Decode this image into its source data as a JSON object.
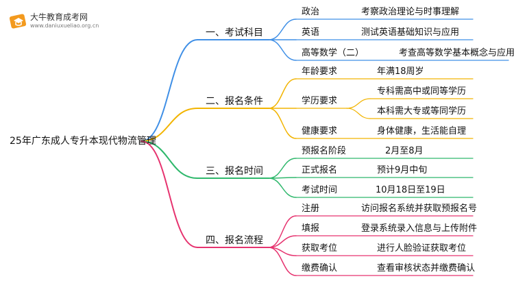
{
  "logo": {
    "name": "大牛教育成考网",
    "url": "www.daniuxueliao.org.cn",
    "icon": "graduation-cap-icon"
  },
  "root": "25年广东成人专升本现代物流管理",
  "colors": {
    "b1": "#3f8fe6",
    "b2": "#f2b400",
    "b3": "#2fb86c",
    "b4": "#e6336f"
  },
  "branches": [
    {
      "label": "一、考试科目",
      "children": [
        {
          "label": "政治",
          "desc": "考察政治理论与时事理解"
        },
        {
          "label": "英语",
          "desc": "测试英语基础知识与应用"
        },
        {
          "label": "高等数学（二）",
          "desc": "考查高等数学基本概念与应用"
        }
      ]
    },
    {
      "label": "二、报名条件",
      "children": [
        {
          "label": "年龄要求",
          "desc": "年满18周岁"
        },
        {
          "label": "学历要求",
          "descs": [
            "专科需高中或同等学历",
            "本科需大专或等同学历"
          ]
        },
        {
          "label": "健康要求",
          "desc": "身体健康，生活能自理"
        }
      ]
    },
    {
      "label": "三、报名时间",
      "children": [
        {
          "label": "预报名阶段",
          "desc": "2月至8月"
        },
        {
          "label": "正式报名",
          "desc": "预计9月中旬"
        },
        {
          "label": "考试时间",
          "desc": "10月18日至19日"
        }
      ]
    },
    {
      "label": "四、报名流程",
      "children": [
        {
          "label": "注册",
          "desc": "访问报名系统并获取预报名号"
        },
        {
          "label": "填报",
          "desc": "登录系统录入信息与上传附件"
        },
        {
          "label": "获取考位",
          "desc": "进行人脸验证获取考位"
        },
        {
          "label": "缴费确认",
          "desc": "查看审核状态并缴费确认"
        }
      ]
    }
  ]
}
